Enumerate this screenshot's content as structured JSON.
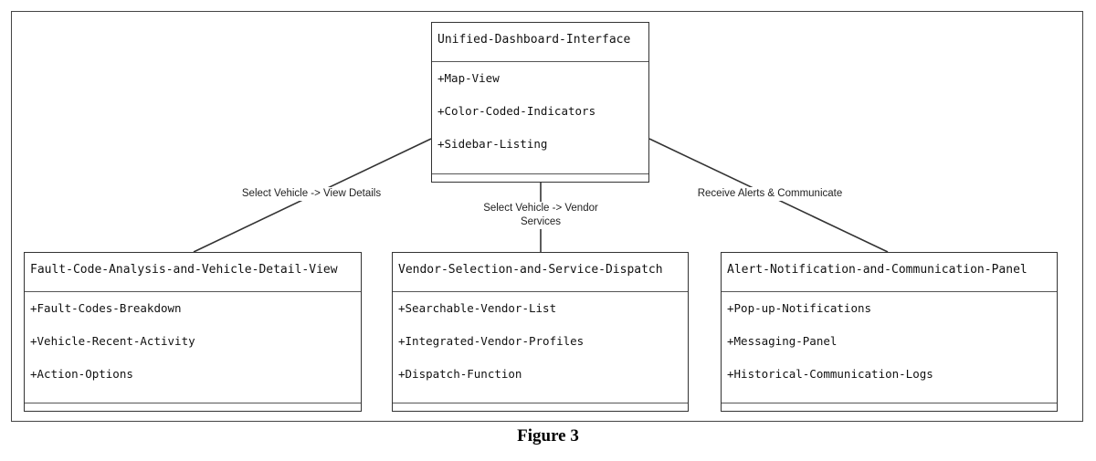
{
  "diagram": {
    "top": {
      "title": "Unified-Dashboard-Interface",
      "attributes": [
        "+Map-View",
        "+Color-Coded-Indicators",
        "+Sidebar-Listing"
      ]
    },
    "left": {
      "title": "Fault-Code-Analysis-and-Vehicle-Detail-View",
      "attributes": [
        "+Fault-Codes-Breakdown",
        "+Vehicle-Recent-Activity",
        "+Action-Options"
      ]
    },
    "middle": {
      "title": "Vendor-Selection-and-Service-Dispatch",
      "attributes": [
        "+Searchable-Vendor-List",
        "+Integrated-Vendor-Profiles",
        "+Dispatch-Function"
      ]
    },
    "right": {
      "title": "Alert-Notification-and-Communication-Panel",
      "attributes": [
        "+Pop-up-Notifications",
        "+Messaging-Panel",
        "+Historical-Communication-Logs"
      ]
    },
    "edges": {
      "left_label": "Select Vehicle -> View Details",
      "middle_label_line1": "Select Vehicle -> Vendor",
      "middle_label_line2": "Services",
      "right_label": "Receive Alerts & Communicate"
    }
  },
  "caption": "Figure 3"
}
